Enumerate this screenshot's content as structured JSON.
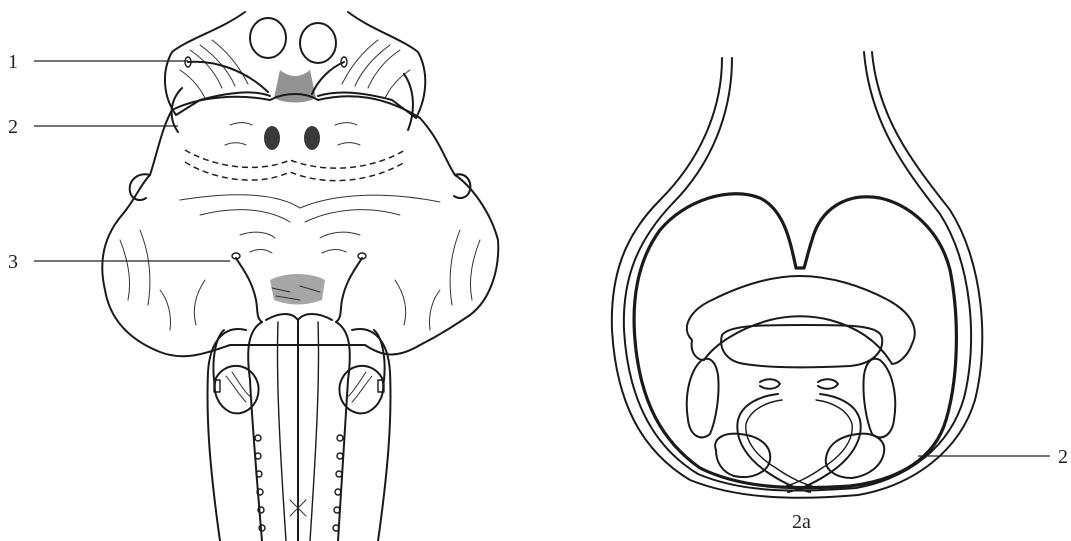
{
  "labels": {
    "left_1": "1",
    "left_2": "2",
    "left_3": "3",
    "right_2": "2",
    "right_caption": "2a"
  },
  "colors": {
    "ink": "#1a1a1a",
    "background": "#ffffff"
  }
}
